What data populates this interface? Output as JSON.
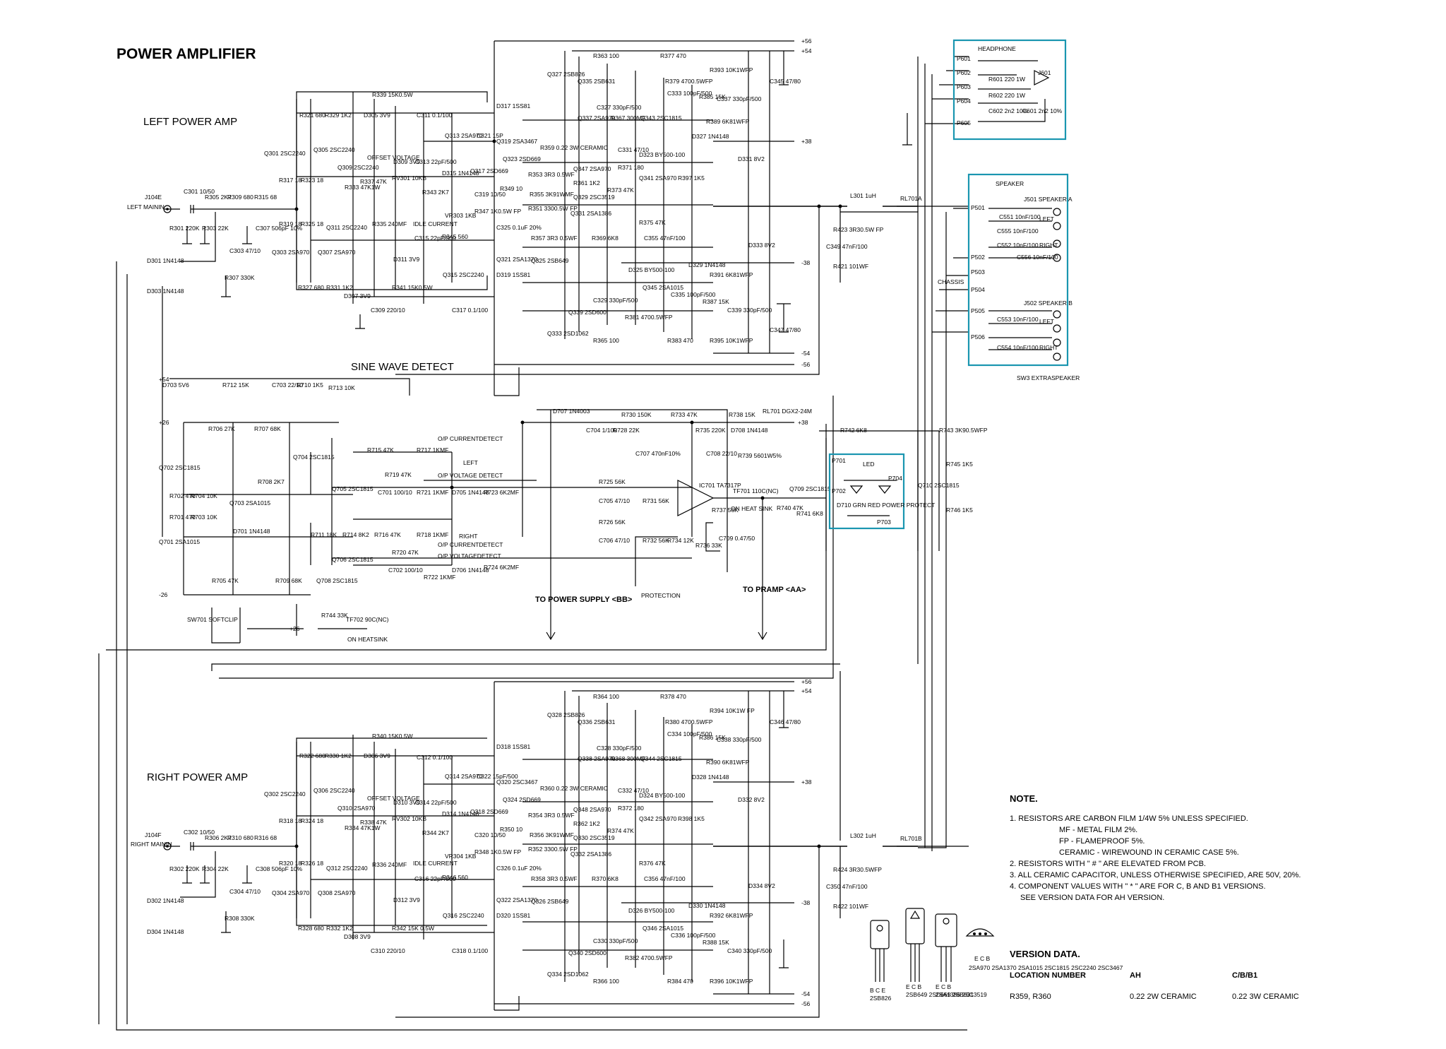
{
  "title": "POWER AMPLIFIER",
  "sections": {
    "left_amp": "LEFT POWER AMP",
    "right_amp": "RIGHT POWER AMP",
    "sine": "SINE WAVE DETECT",
    "protection": "PROTECTION"
  },
  "rails": {
    "p56": "+56",
    "p54": "+54",
    "p38": "+38",
    "m38": "-38",
    "m54": "-54",
    "m56": "-56",
    "p54b": "+54",
    "p26": "+26",
    "m26": "-26",
    "p38b": "+38",
    "p26b": "+26"
  },
  "inputs": {
    "left_jack": "J104E",
    "left_label": "LEFT MAININ",
    "right_jack": "J104F",
    "right_label": "RIGHT MAININ"
  },
  "labels": {
    "opc": "O/P CURRENTDETECT",
    "left": "LEFT",
    "opv": "O/P VOLTAGE DETECT",
    "right": "RIGHT",
    "opc2": "O/P CURRENTDETECT",
    "opv2": "O/P VOLTAGEDETECT",
    "to_ps": "TO POWER SUPPLY <BB>",
    "to_pramp": "TO PRAMP <AA>",
    "offset": "OFFSET VOLTAGE",
    "idle": "IDLE CURRENT",
    "chassis": "CHASSIS",
    "softclip": "SW701 SOFTCLIP",
    "heatsink": "ON HEATSINK",
    "heatsink2": "ON HEAT SINK",
    "ic": "IC701 TA7317P",
    "tf702": "TF702 90C(NC)",
    "tf701": "TF701 110C(NC)",
    "relay": "RL701 DGX2-24M",
    "ry_a": "RL701A",
    "ry_b": "RL701B",
    "sw3": "SW3 EXTRASPEAKER"
  },
  "boxes": {
    "headphone": {
      "title": "HEADPHONE",
      "pins": [
        "P601",
        "P602",
        "P603",
        "P604",
        "P605"
      ],
      "parts": [
        "J601",
        "R601 220 1W",
        "R602 220 1W",
        "C602 2n2 10%",
        "C601 2n2 10%"
      ]
    },
    "speaker": {
      "title": "SPEAKER",
      "pins": [
        "P501",
        "P502",
        "P503",
        "P504",
        "P505",
        "P506"
      ],
      "jacks": [
        "J501 SPEAKER A",
        "J502 SPEAKER B"
      ],
      "caps": [
        "C551 10nF/100",
        "C555 10nF/100",
        "C552 10nF/100",
        "C556 10nF/100",
        "C553 10nF/100",
        "C554 10nF/100"
      ],
      "tags": [
        "LEFT",
        "RIGHT",
        "LEFT",
        "RIGHT"
      ]
    },
    "led": {
      "title": "LED",
      "pins": [
        "P701",
        "P704",
        "P702",
        "P703"
      ],
      "text": "D710 GRN RED POWER PROTECT"
    }
  },
  "left_parts": [
    "R339 15K0.5W",
    "R321 680",
    "R329 1K2",
    "D305 3V9",
    "C311 0.1/100",
    "D317 1SS81",
    "Q319 2SA3467",
    "C321 15P",
    "Q313 2SA970",
    "Q305 2SC2240",
    "Q301 2SC2240",
    "Q309 2SC2240",
    "D309 3V9",
    "C313 22pF/500",
    "D315 1N4148",
    "Q317 2SD669",
    "R337 47K",
    "RV301 10KB",
    "R333 47K1W",
    "R343 2K7",
    "C319 10/50",
    "R323 18",
    "R317 18",
    "R319 18",
    "R325 18",
    "Q311 2SC2240",
    "R335 240MF",
    "VR303 1KB",
    "R345 560",
    "R347 1K0.5W FP",
    "Q303 2SA970",
    "Q307 2SA970",
    "D311 3V9",
    "C315 22pF/500",
    "Q315 2SC2240",
    "C325 0.1uF 20%",
    "Q321 2SA1370",
    "D319 1SS81",
    "R327 680",
    "R331 1K2",
    "D307 3V9",
    "R341 15K0.5W",
    "C309 220/10",
    "C317 0.1/100",
    "C301 10/50",
    "R305 2K7",
    "R309 680",
    "R315 68",
    "R301 220K",
    "R303 22K",
    "C307 506pF 10%",
    "C303 47/10",
    "R307 330K",
    "D301 1N4148",
    "D303 1N4148",
    "R363 100",
    "R377 470",
    "R393 10K1WFP",
    "C345 47/80",
    "Q327 2SB826",
    "Q335 2SB631",
    "R379 4700.5WFP",
    "C327 330pF/500",
    "R367 300MF",
    "C333 100pF/500",
    "R385 15K",
    "C337 330pF/500",
    "R389 6K81WFP",
    "Q337 2SA970",
    "Q343 2SC1815",
    "D327 1N4148",
    "R359 0.22 3W CERAMIC",
    "Q323 2SD669",
    "C331 47/10",
    "D323 BY500-100",
    "D331 8V2",
    "R353 3R3 0.5WF",
    "Q347 2SA970",
    "R361 1K2",
    "Q329 2SC3519",
    "R371 180",
    "Q341 2SA970",
    "R397 1K5",
    "R349 10",
    "R355 3K91WMF",
    "R373 47K",
    "R351 3300.5W FP",
    "Q331 2SA1386",
    "R357 3R3 0.5WF",
    "Q325 2SB649",
    "R369 6K8",
    "R375 47K",
    "C355 47nF/100",
    "D325 BY500-100",
    "D329 1N4148",
    "R391 6K81WFP",
    "Q345 2SA1015",
    "C335 100pF/500",
    "R387 15K",
    "C339 330pF/500",
    "C329 330pF/500",
    "Q339 2SD600",
    "R381 4700.5WFP",
    "Q333 2SD1062",
    "R365 100",
    "R383 470",
    "R395 10K1WFP",
    "C347 47/80",
    "D333 8V2",
    "L301 1uH",
    "R423 3R30.5W FP",
    "C349 47nF/100",
    "R421 101WF"
  ],
  "right_parts": [
    "R340 15K0.5W",
    "C312 0.1/100",
    "R322 680",
    "R330 1K2",
    "D306 3V9",
    "D318 1SS81",
    "Q320 2SC3467",
    "C322 15pF/500",
    "Q314 2SA970",
    "Q302 2SC2240",
    "Q306 2SC2240",
    "Q310 2SA970",
    "D310 3V9",
    "C314 22pF/500",
    "D314 1N4148",
    "Q318 2SD669",
    "R334 47K1W",
    "R338 47K",
    "RV302 10KB",
    "R344 2K7",
    "C320 10/50",
    "R318 18",
    "R324 18",
    "R320 18",
    "R326 18",
    "Q312 2SC2240",
    "R336 240MF",
    "VR304 1KB",
    "R346 560",
    "R348 1K0.5W FP",
    "Q304 2SA970",
    "Q308 2SA970",
    "D312 3V9",
    "C316 22pF/500",
    "Q316 2SC2240",
    "C326 0.1uF 20%",
    "Q322 2SA1370",
    "D320 1SS81",
    "R328 680",
    "R332 1K2",
    "D308 3V9",
    "R342 15K 0.5W",
    "C310 220/10",
    "C318 0.1/100",
    "C302 10/50",
    "R306 2K7",
    "R310 680",
    "R316 68",
    "R302 220K",
    "R304 22K",
    "C308 506pF 10%",
    "C304 47/10",
    "R308 330K",
    "D302 1N4148",
    "D304 1N4148",
    "R364 100",
    "R378 470",
    "R394 10K1W FP",
    "C346 47/80",
    "Q328 2SB826",
    "Q336 2SB631",
    "R380 4700.5WFP",
    "C328 330pF/500",
    "R368 300MF",
    "C334 100pF/500",
    "R386 15K",
    "C338 330pF/500",
    "R390 6K81WFP",
    "Q338 2SA970",
    "Q344 2SC1815",
    "D328 1N4148",
    "R360 0.22 3W CERAMIC",
    "Q324 2SD669",
    "C332 47/10",
    "D324 BY500-100",
    "D332 8V2",
    "R354 3R3 0.5WF",
    "Q348 2SA970",
    "R362 1K2",
    "Q330 2SC3519",
    "R372 180",
    "Q342 2SA970",
    "R398 1K5",
    "R350 10",
    "R356 3K91WMF",
    "R374 47K",
    "R352 3300.5W FP",
    "Q332 2SA1386",
    "R358 3R3 0.5WF",
    "Q326 2SB649",
    "R370 6K8",
    "R376 47K",
    "C356 47nF/100",
    "D326 BY500-100",
    "D330 1N4148",
    "R392 6K81WFP",
    "Q346 2SA1015",
    "C336 100pF/500",
    "R388 15K",
    "C340 330pF/500",
    "C330 330pF/500",
    "Q340 2SD600",
    "R382 4700.5WFP",
    "Q334 2SD1062",
    "R366 100",
    "R384 470",
    "R396 10K1WFP",
    "D334 8V2",
    "L302 1uH",
    "R424 3R30.5WFP",
    "C350 47nF/100",
    "R422 101WF"
  ],
  "protect_parts": [
    "D703 5V6",
    "R712 15K",
    "C703 22/10",
    "R710 1K5",
    "R713 10K",
    "R706 27K",
    "R707 68K",
    "Q704 2SC1815",
    "Q702 2SC1815",
    "R702 470",
    "R704 10K",
    "R701 470",
    "R703 10K",
    "Q703 2SA1015",
    "Q701 2SA1015",
    "D701 1N4148",
    "R708 2K7",
    "R705 47K",
    "R709 68K",
    "R715 47K",
    "R717 1KMF",
    "R719 47K",
    "C701 100/10",
    "R721 1KMF",
    "D705 1N4148",
    "R723 6K2MF",
    "Q705 2SC1815",
    "R711 18K",
    "R714 8K2",
    "R716 47K",
    "R718 1KMF",
    "R720 47K",
    "C702 100/10",
    "R722 1KMF",
    "D706 1N4148",
    "R724 6K2MF",
    "Q706 2SC1815",
    "Q708 2SC1815",
    "R744 33K",
    "D707 1N4003",
    "C704 1/100",
    "R730 150K",
    "R728 22K",
    "R733 47K",
    "R735 220K",
    "C708 22/10",
    "C707 470nF10%",
    "R738 15K",
    "D708 1N4148",
    "R739 5601W5%",
    "R725 56K",
    "C705 47/10",
    "R731 56K",
    "R726 56K",
    "C706 47/10",
    "R732 56K",
    "R734 12K",
    "R736 33K",
    "R737 56K",
    "C709 0.47/50",
    "R740 47K",
    "R741 6K8",
    "Q709 2SC1815",
    "R742 6K8",
    "R743 3K90.5WFP",
    "R745 1K5",
    "Q710 2SC1815",
    "R746 1K5"
  ],
  "packages": [
    {
      "pins": "B C E",
      "types": "2SB826"
    },
    {
      "pins": "E C B",
      "types": "2SB649 2SD669 2SB631"
    },
    {
      "pins": "E C B",
      "types": "2SA1386 2SC3519"
    },
    {
      "pins": "E C B",
      "types": "2SA970 2SA1370 2SA1015 2SC1815 2SC2240 2SC3467"
    }
  ],
  "note": {
    "heading": "NOTE.",
    "lines": [
      "1. RESISTORS ARE CARBON FILM 1/4W 5% UNLESS SPECIFIED.",
      "MF - METAL FILM 2%.",
      "FP - FLAMEPROOF 5%.",
      "CERAMIC - WIREWOUND IN CERAMIC CASE 5%.",
      "2. RESISTORS WITH \" # \" ARE ELEVATED FROM PCB.",
      "3. ALL CERAMIC CAPACITOR, UNLESS OTHERWISE SPECIFIED, ARE 50V, 20%.",
      "4. COMPONENT VALUES WITH \" * \" ARE FOR C, B AND B1 VERSIONS.",
      "SEE VERSION DATA FOR AH VERSION."
    ]
  },
  "version": {
    "heading": "VERSION DATA.",
    "col_location": "LOCATION NUMBER",
    "col_ah": "AH",
    "col_cbb1": "C/B/B1",
    "row_location": "R359, R360",
    "row_ah": "0.22 2W CERAMIC",
    "row_cbb1": "0.22 3W CERAMIC"
  }
}
